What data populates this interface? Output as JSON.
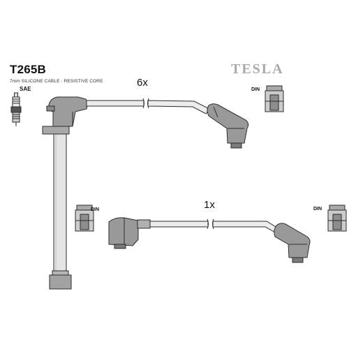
{
  "header": {
    "part_number": "T265B",
    "spec": "7mm SILICONE CABLE - RESISTIVE CORE",
    "plug_standard": "SAE",
    "brand": "TESLA"
  },
  "leads": [
    {
      "quantity_label": "6x",
      "terminal_label": "DIN"
    },
    {
      "quantity_label": "1x",
      "terminal_label": "DIN"
    }
  ],
  "coil_terminal_label": "DIN",
  "colors": {
    "line": "#2b2b2b",
    "boot_fill": "#9c9c9c",
    "boot_dark": "#6e6e6e",
    "cable_fill": "#e9e9e9",
    "logo": "#a9a9a9"
  }
}
